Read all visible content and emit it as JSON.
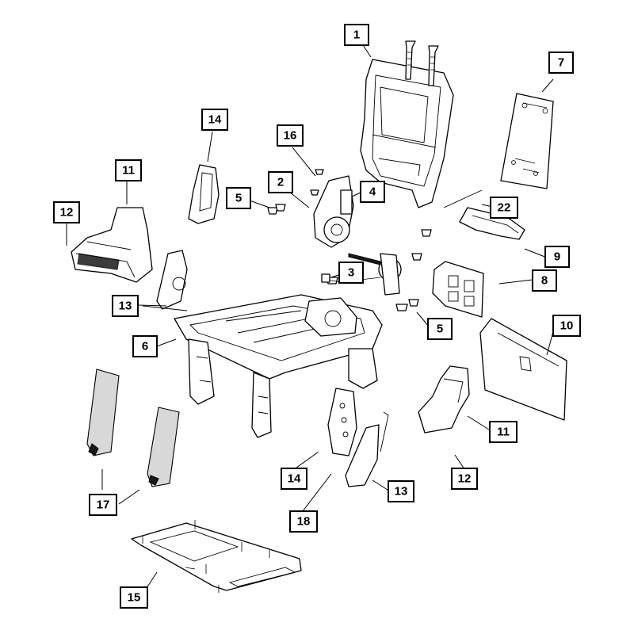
{
  "callouts": [
    {
      "id": "c1",
      "label": "1"
    },
    {
      "id": "c7",
      "label": "7"
    },
    {
      "id": "c14a",
      "label": "14"
    },
    {
      "id": "c16",
      "label": "16"
    },
    {
      "id": "c11a",
      "label": "11"
    },
    {
      "id": "c2",
      "label": "2"
    },
    {
      "id": "c5a",
      "label": "5"
    },
    {
      "id": "c4",
      "label": "4"
    },
    {
      "id": "c22",
      "label": "22"
    },
    {
      "id": "c12a",
      "label": "12"
    },
    {
      "id": "c9",
      "label": "9"
    },
    {
      "id": "c3",
      "label": "3"
    },
    {
      "id": "c8",
      "label": "8"
    },
    {
      "id": "c13a",
      "label": "13"
    },
    {
      "id": "c5b",
      "label": "5"
    },
    {
      "id": "c10",
      "label": "10"
    },
    {
      "id": "c6",
      "label": "6"
    },
    {
      "id": "c11b",
      "label": "11"
    },
    {
      "id": "c14b",
      "label": "14"
    },
    {
      "id": "c12b",
      "label": "12"
    },
    {
      "id": "c13b",
      "label": "13"
    },
    {
      "id": "c17",
      "label": "17"
    },
    {
      "id": "c18",
      "label": "18"
    },
    {
      "id": "c15",
      "label": "15"
    }
  ]
}
